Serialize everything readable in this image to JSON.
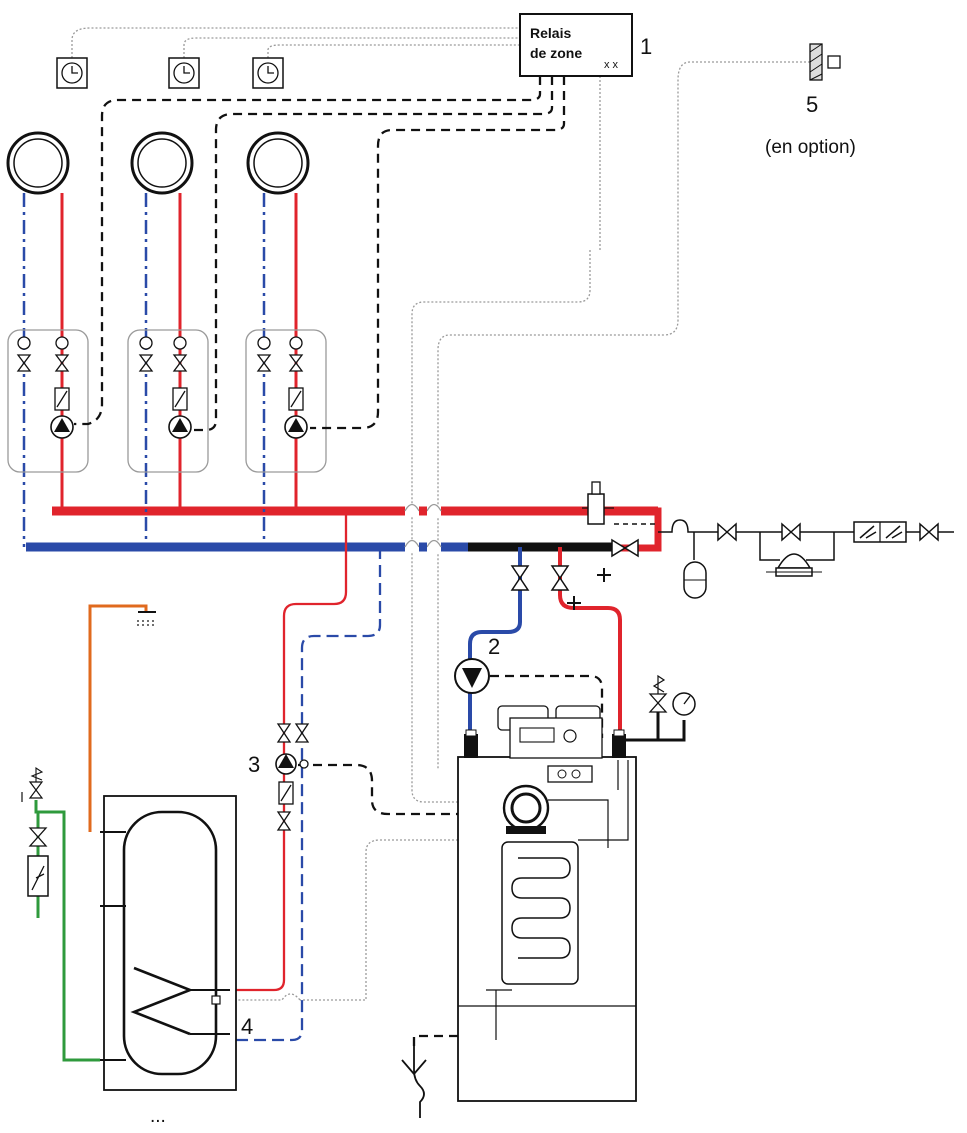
{
  "relay": {
    "line1": "Relais",
    "line2": "de zone",
    "marks": "x x"
  },
  "callouts": {
    "c1": "1",
    "c2": "2",
    "c3": "3",
    "c4": "4",
    "c5": "5"
  },
  "optional_note": "(en option)",
  "bottom_mark": "...",
  "colors": {
    "supply": "#e0242c",
    "return": "#2a4aa8",
    "dhw_hot": "#e06a1e",
    "cold_water": "#2f9a3c",
    "control": "#111111",
    "sensor": "#9a9a9a",
    "neutral": "#111111"
  }
}
